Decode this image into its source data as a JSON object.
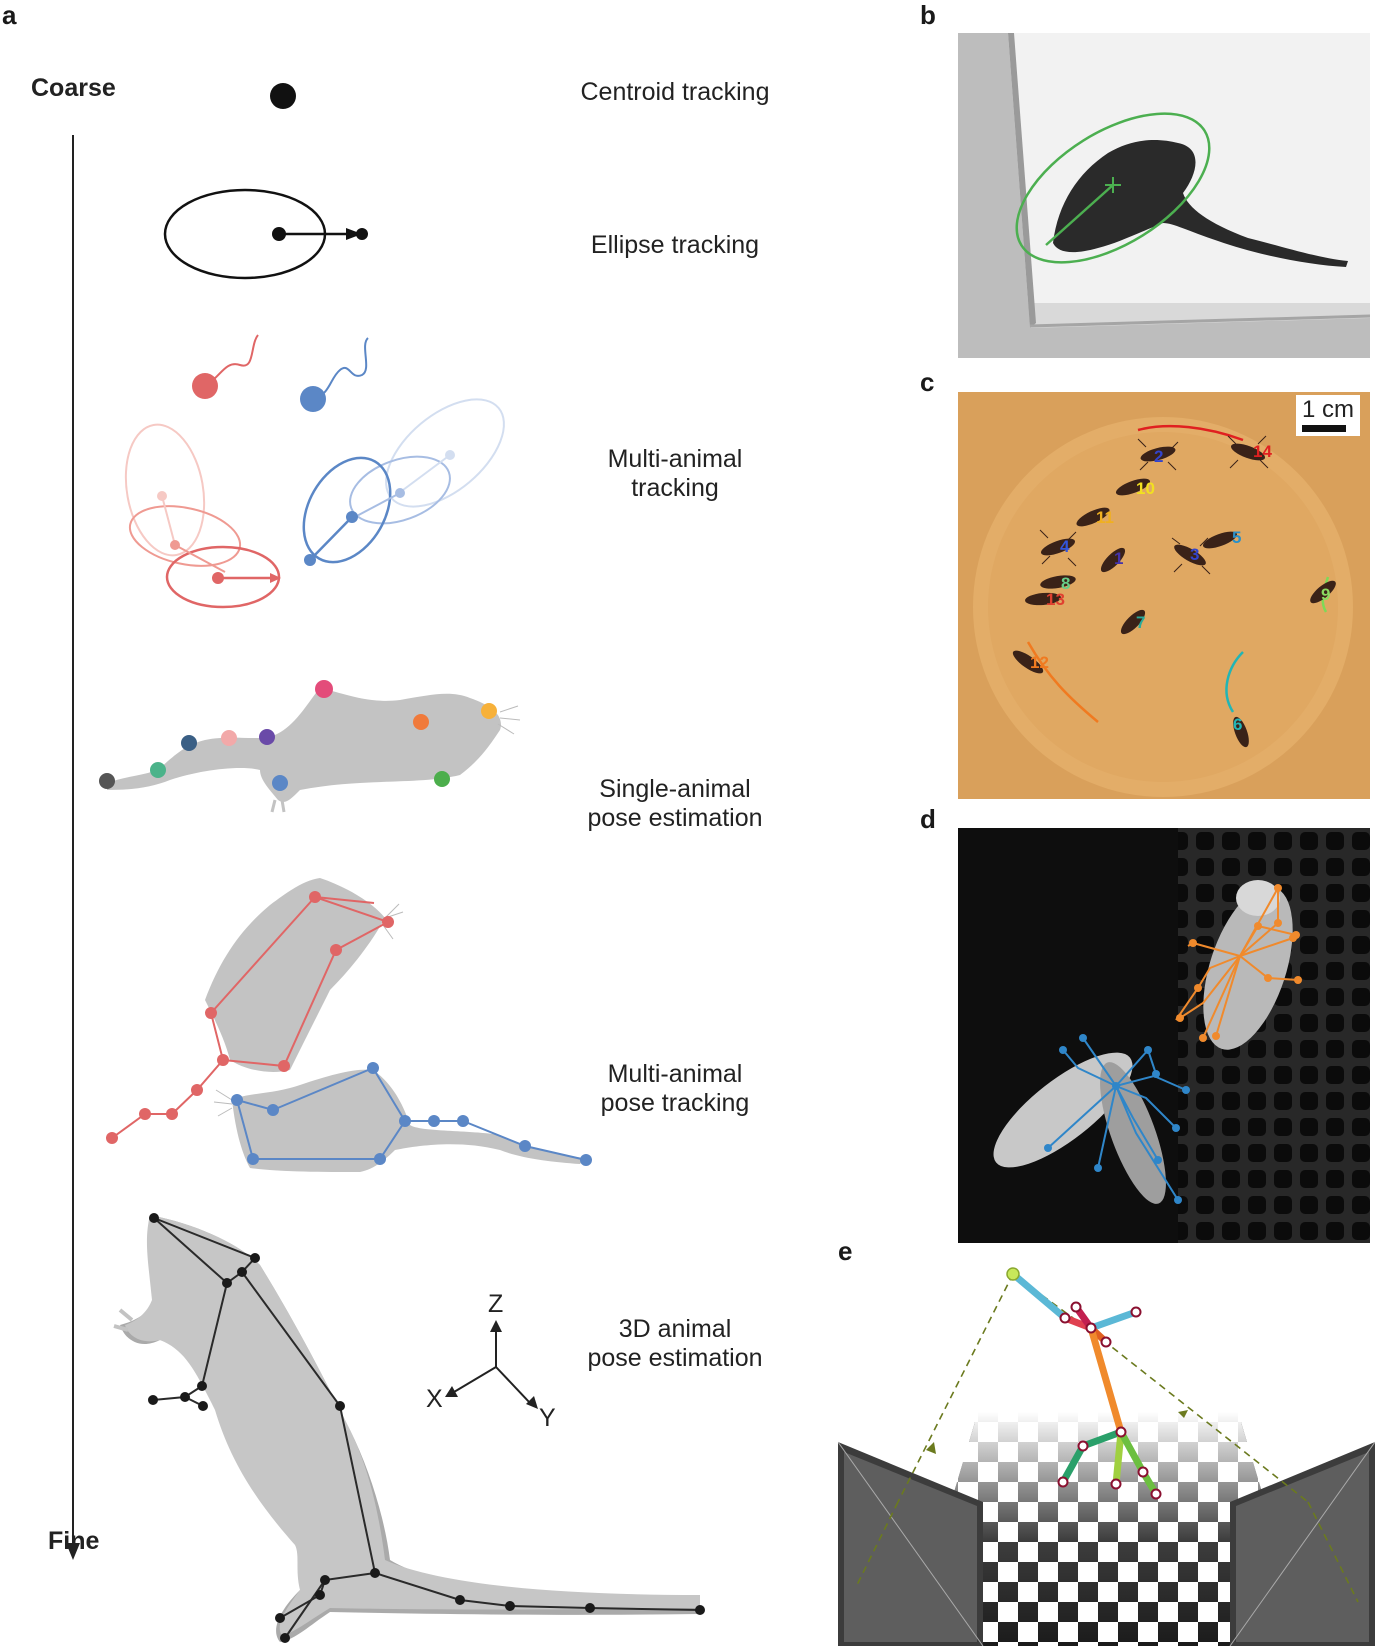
{
  "panels": {
    "a": "a",
    "b": "b",
    "c": "c",
    "d": "d",
    "e": "e"
  },
  "axis": {
    "top": "Coarse",
    "bottom": "Fine"
  },
  "rows": [
    {
      "label": "Centroid tracking"
    },
    {
      "label": "Ellipse tracking"
    },
    {
      "label": "Multi-animal\ntracking"
    },
    {
      "label": "Single-animal\npose estimation"
    },
    {
      "label": "Multi-animal\npose tracking"
    },
    {
      "label": "3D animal\npose estimation"
    }
  ],
  "axes3d": {
    "x": "X",
    "y": "Y",
    "z": "Z"
  },
  "scale_bar": "1 cm",
  "ant_ids": [
    "2",
    "14",
    "10",
    "11",
    "4",
    "1",
    "3",
    "5",
    "8",
    "13",
    "7",
    "9",
    "12",
    "6"
  ],
  "colors": {
    "red_track": "#e06666",
    "blue_track": "#5b87c6",
    "animal_gray": "#c3c3c3",
    "skeleton": "#222222",
    "ellipse_green": "#4caf50",
    "arena": "#d9a05b",
    "fly_orange": "#f08a2c",
    "fly_blue": "#2f86c9"
  }
}
